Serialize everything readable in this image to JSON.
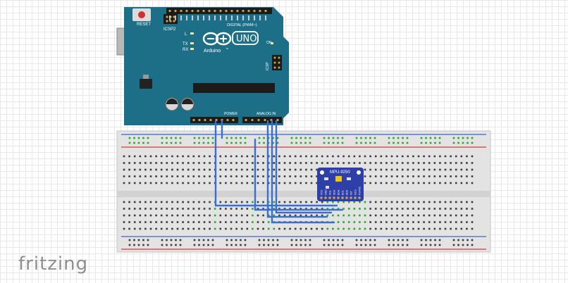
{
  "app": {
    "logo_text": "fritzing"
  },
  "arduino": {
    "reset_label": "RESET",
    "icsp2_label": "ICSP2",
    "icsp_label": "ICSP",
    "brand": "Arduino",
    "trademark": "™",
    "model": "UNO",
    "digital_header_label": "DIGITAL (PWM~)",
    "power_header_label": "POWER",
    "analog_header_label": "ANALOG IN",
    "led_labels": [
      "L",
      "TX",
      "RX"
    ],
    "on_label": "ON",
    "colors": {
      "board": "#1d6f87",
      "header": "#1b1b1b",
      "text": "#ffffff"
    }
  },
  "breadboard": {
    "colors": {
      "body": "#e3e3e3",
      "hole": "#3a3a3a",
      "rail_red": "#cf3c3c",
      "rail_blue": "#3d64c4",
      "active_hole": "#27a827"
    }
  },
  "sensor": {
    "name": "MPU-9250",
    "pins": [
      "VCC",
      "GND",
      "SCL",
      "SDA",
      "EDA",
      "ECL",
      "AD0",
      "INT",
      "NCS",
      "FSYNC"
    ],
    "colors": {
      "board": "#2f3fa8",
      "chip": "#f0c419"
    }
  },
  "wires": {
    "color": "#3a6fd0"
  }
}
